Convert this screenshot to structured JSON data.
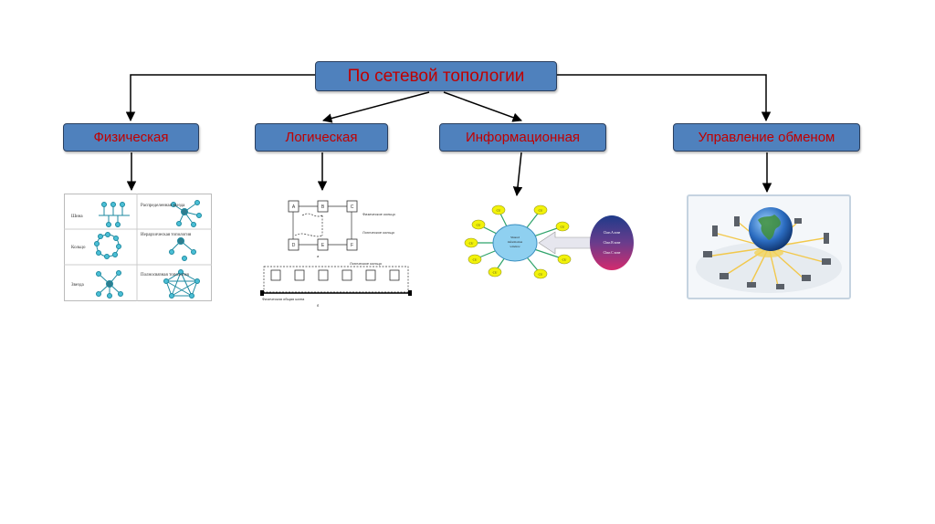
{
  "root": {
    "label": "По сетевой топологии"
  },
  "categories": {
    "physical": "Физическая",
    "logical": "Логическая",
    "informational": "Информационная",
    "exchange": "Управление обменом"
  },
  "thumbs": {
    "physical": {
      "cells": [
        "Шина",
        "Распределенная звезда",
        "Кольцо",
        "Иерархическая топология",
        "Звезда",
        "Полносвязная топология"
      ]
    },
    "logical": {
      "nodes": [
        "A",
        "B",
        "C",
        "D",
        "E",
        "F"
      ],
      "phys_ring": "Физическое кольцо",
      "log_ring": "Логическое кольцо",
      "log_ring2": "Логическое кольцо",
      "bus_label": "Физическая общая шина",
      "label_a": "а",
      "label_b": "б"
    },
    "informational": {
      "center": [
        "Shared",
        "information",
        "window"
      ],
      "cu": "CU",
      "zones": [
        "Class A zone",
        "Class B zone",
        "Class C zone"
      ]
    }
  },
  "colors": {
    "box_fill": "#4f81bd",
    "box_text": "#c00000",
    "connector": "#000000"
  }
}
